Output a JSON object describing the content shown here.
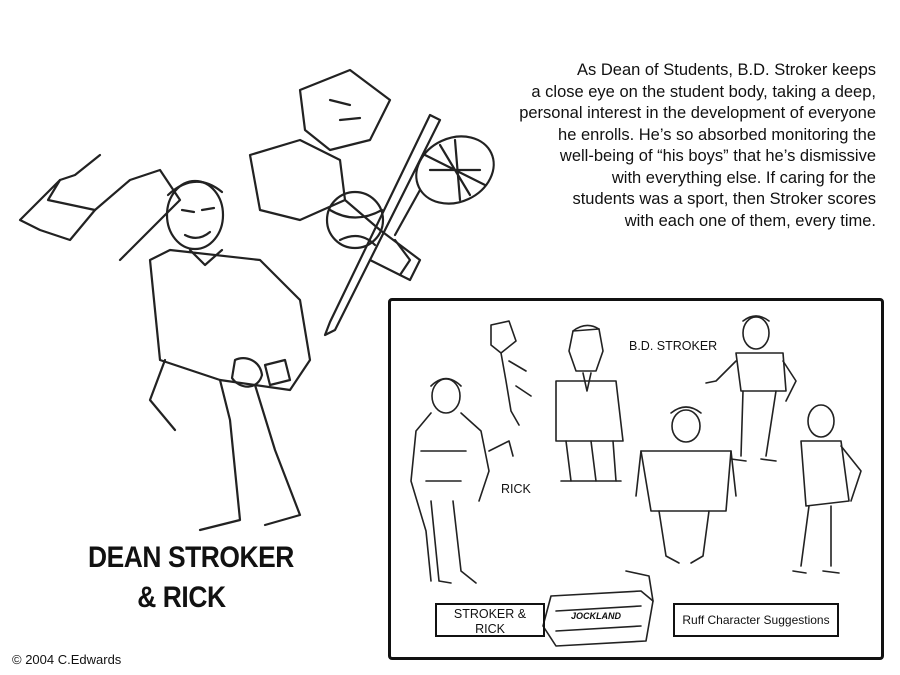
{
  "description": {
    "lines": [
      "As Dean of Students, B.D. Stroker keeps",
      "a close eye on the student body, taking a deep,",
      "personal interest in the development of everyone",
      "he enrolls. He’s so absorbed monitoring the",
      "well-being of “his boys” that he’s dismissive",
      "with everything else. If caring for the",
      "students was a sport, then Stroker scores",
      "with each one of them, every time."
    ]
  },
  "title": {
    "line1": "DEAN STROKER",
    "line2": "& RICK"
  },
  "copyright": "© 2004 C.Edwards",
  "panel": {
    "label_bd_stroker": "B.D. STROKER",
    "label_rick_figure": "RICK",
    "name_box_line1": "STROKER &",
    "name_box_line2": "RICK",
    "banner_text": "JOCKLAND",
    "suggestions_label": "Ruff Character Suggestions"
  }
}
